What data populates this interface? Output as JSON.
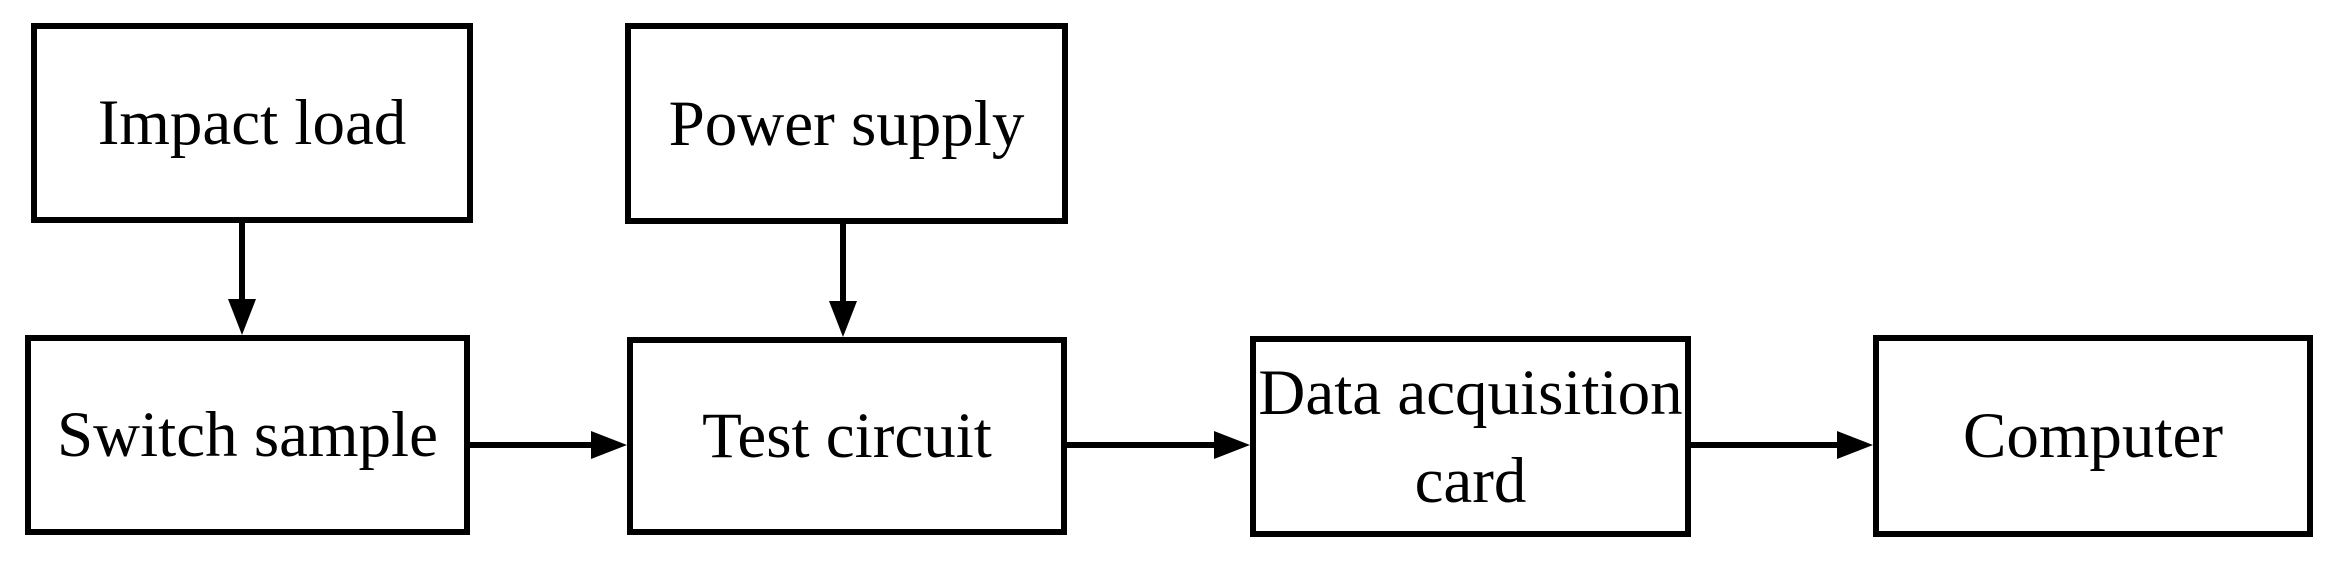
{
  "diagram": {
    "background_color": "#ffffff",
    "line_color": "#000000",
    "text_color": "#000000",
    "nodes": [
      {
        "id": "impact-load",
        "label": "Impact load"
      },
      {
        "id": "power-supply",
        "label": "Power supply"
      },
      {
        "id": "switch-sample",
        "label": "Switch sample"
      },
      {
        "id": "test-circuit",
        "label": "Test circuit"
      },
      {
        "id": "data-acquisition-card",
        "label": "Data acquisition card"
      },
      {
        "id": "computer",
        "label": "Computer"
      }
    ],
    "edges": [
      {
        "from": "impact-load",
        "to": "switch-sample",
        "direction": "down"
      },
      {
        "from": "power-supply",
        "to": "test-circuit",
        "direction": "down"
      },
      {
        "from": "switch-sample",
        "to": "test-circuit",
        "direction": "right"
      },
      {
        "from": "test-circuit",
        "to": "data-acquisition-card",
        "direction": "right"
      },
      {
        "from": "data-acquisition-card",
        "to": "computer",
        "direction": "right"
      }
    ]
  }
}
